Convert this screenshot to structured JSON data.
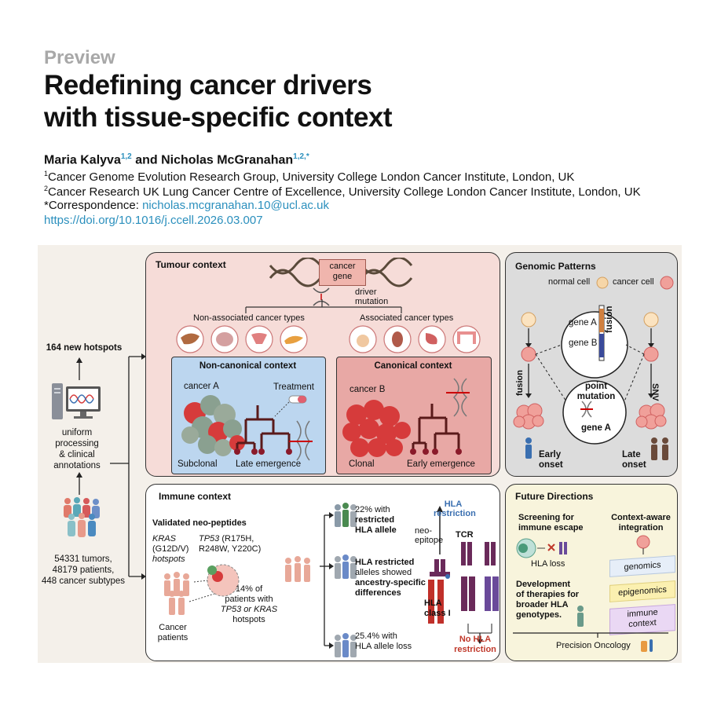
{
  "header": {
    "preview": "Preview",
    "title_line1": "Redefining cancer drivers",
    "title_line2": "with tissue-specific context",
    "author1": "Maria Kalyva",
    "author1_sup": "1,2",
    "author_and": " and Nicholas McGranahan",
    "author2_sup": "1,2,*",
    "aff1_sup": "1",
    "aff1": "Cancer Genome Evolution Research Group, University College London Cancer Institute, London, UK",
    "aff2_sup": "2",
    "aff2": "Cancer Research UK Lung Cancer Centre of Excellence, University College London Cancer Institute, London, UK",
    "correspondence_label": "*Correspondence: ",
    "correspondence_email": "nicholas.mcgranahan.10@ucl.ac.uk",
    "doi": "https://doi.org/10.1016/j.ccell.2026.03.007"
  },
  "left": {
    "hotspots": "164 new hotspots",
    "processing": [
      "uniform",
      "processing",
      "& clinical",
      "annotations"
    ],
    "stats": [
      "54331 tumors,",
      "48179 patients,",
      "448 cancer subtypes"
    ]
  },
  "tumour": {
    "title": "Tumour context",
    "cancer_gene": [
      "cancer",
      "gene"
    ],
    "driver": [
      "driver",
      "mutation"
    ],
    "non_assoc": "Non-associated cancer types",
    "assoc": "Associated cancer types",
    "noncanon_title": "Non-canonical context",
    "canon_title": "Canonical context",
    "cancer_a": "cancer A",
    "cancer_b": "cancer B",
    "treatment": "Treatment",
    "subclonal": "Subclonal",
    "late": "Late emergence",
    "clonal": "Clonal",
    "early": "Early emergence"
  },
  "genomic": {
    "title": "Genomic Patterns",
    "normal": "normal cell",
    "cancer": "cancer cell",
    "gene_a": "gene A",
    "gene_b": "gene B",
    "fusion": "fusion",
    "point": [
      "point",
      "mutation"
    ],
    "gene_a2": "gene A",
    "fusion_side": "fusion",
    "snv": "SNV",
    "early_onset": [
      "Early",
      "onset"
    ],
    "late_onset": [
      "Late",
      "onset"
    ]
  },
  "immune": {
    "title": "Immune context",
    "validated": "Validated neo-peptides",
    "kras": [
      "KRAS",
      "(G12D/V)",
      "hotspots"
    ],
    "tp53": [
      "TP53",
      " (R175H,",
      "R248W, Y220C)"
    ],
    "pct14": [
      "14% of",
      "patients with",
      "TP53 or KRAS",
      "hotspots"
    ],
    "cancer_patients": [
      "Cancer",
      "patients"
    ],
    "r22": [
      "22% with",
      "restricted",
      "HLA allele"
    ],
    "hla_restricted": [
      "HLA restricted",
      "alleles showed",
      "ancestry-specific",
      "differences"
    ],
    "r25": [
      "25.4% with",
      "HLA allele loss"
    ],
    "hla_restriction": [
      "HLA",
      "restriction"
    ],
    "neo": [
      "neo-",
      "epitope"
    ],
    "tcr": "TCR",
    "hla_class": [
      "HLA",
      "class I"
    ],
    "no_hla": [
      "No HLA",
      "restriction"
    ]
  },
  "future": {
    "title": "Future Directions",
    "screening": [
      "Screening for",
      "immune escape"
    ],
    "hla_loss": "HLA loss",
    "context": [
      "Context-aware",
      "integration"
    ],
    "genomics": "genomics",
    "epigenomics": "epigenomics",
    "immune_ctx": [
      "immune",
      "context"
    ],
    "development": [
      "Development",
      "of therapies for",
      "broader HLA",
      "genotypes."
    ],
    "precision": "Precision Oncology"
  },
  "colors": {
    "accent": "#2a8fbd",
    "tumour_bg": "#f6dcd8",
    "noncanon_bg": "#bcd6ef",
    "canon_bg": "#e8a8a5",
    "genomic_bg": "#dcdcdc",
    "future_bg": "#f8f4dc",
    "hla_blue": "#3a6fb0",
    "no_hla_red": "#c0392b"
  }
}
